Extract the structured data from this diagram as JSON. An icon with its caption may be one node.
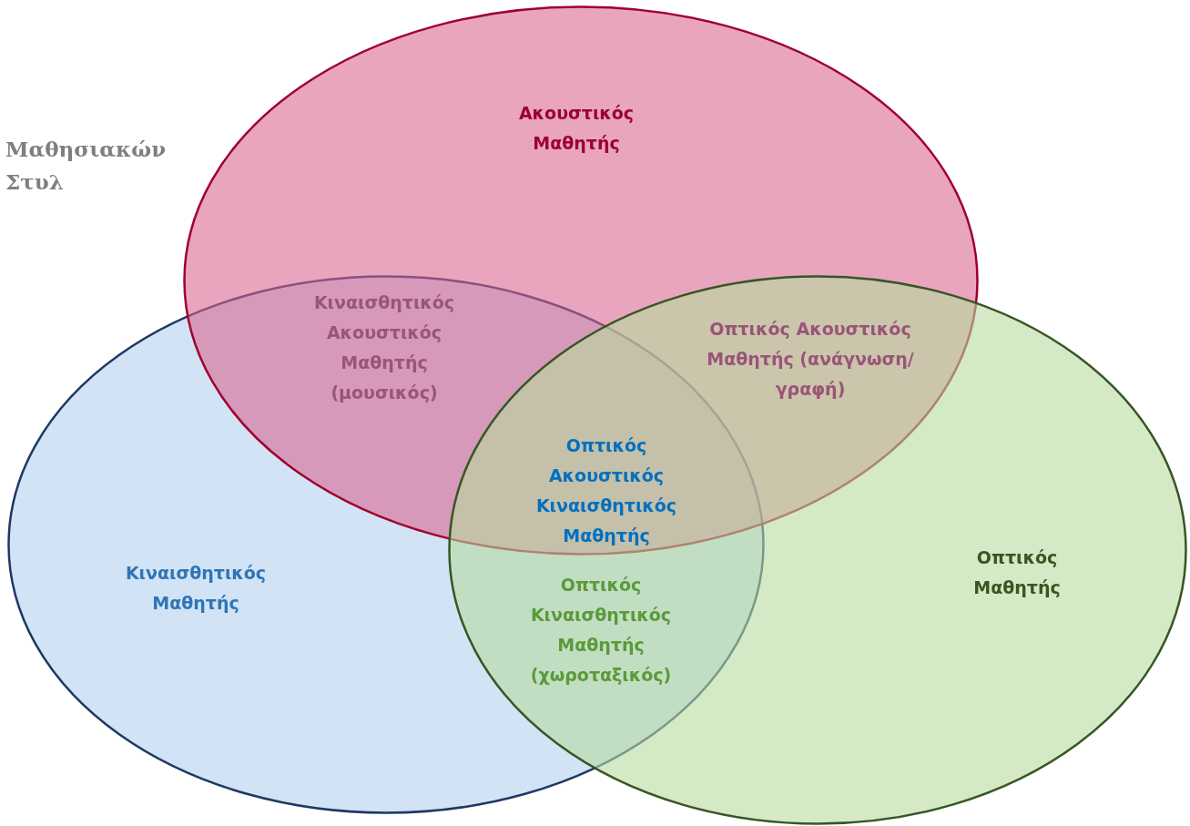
{
  "diagram": {
    "title": "Μαθησιακών Στυλ",
    "nodes": [
      {
        "text": [
          "Ακουστικός Μαθητής"
        ]
      },
      {
        "text": [
          "Κιναισθητικός Μαθητής"
        ]
      },
      {
        "text": [
          "Οπτικός Μαθητής"
        ]
      }
    ],
    "labels": [
      "Κιναισθητικός Ακουστικός Μαθητής (μουσικός)",
      "Οπτικός Ακουστικός Μαθητής (ανάγνωση/γραφή)",
      "Οπτικός Ακουστικός Κιναισθητικός Μαθητής",
      "Οπτικός Κιναισθητικός Μαθητής (χωροταξικός)"
    ]
  }
}
